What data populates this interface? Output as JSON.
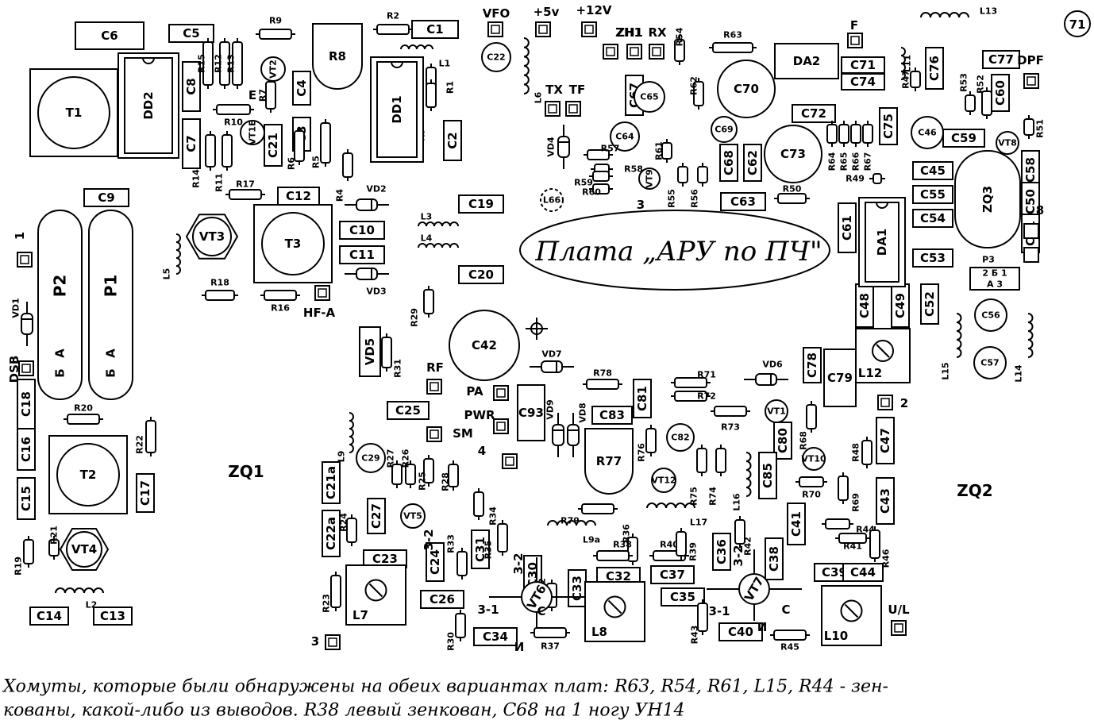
{
  "caps": [
    {
      "label": "C6"
    },
    {
      "label": "C5"
    },
    {
      "label": "C1"
    },
    {
      "label": "C8"
    },
    {
      "label": "C7"
    },
    {
      "label": "C4"
    },
    {
      "label": "C3"
    },
    {
      "label": "C21"
    },
    {
      "label": "C2"
    },
    {
      "label": "C9"
    },
    {
      "label": "C12"
    },
    {
      "label": "C19"
    },
    {
      "label": "C10"
    },
    {
      "label": "C11"
    },
    {
      "label": "C20"
    },
    {
      "label": "C18"
    },
    {
      "label": "C16"
    },
    {
      "label": "C15"
    },
    {
      "label": "C17"
    },
    {
      "label": "C14"
    },
    {
      "label": "C13"
    },
    {
      "label": "C25"
    },
    {
      "label": "C21a"
    },
    {
      "label": "C22a"
    },
    {
      "label": "C27"
    },
    {
      "label": "C24"
    },
    {
      "label": "C23"
    },
    {
      "label": "C26"
    },
    {
      "label": "C31"
    },
    {
      "label": "C30"
    },
    {
      "label": "C33"
    },
    {
      "label": "C34"
    },
    {
      "label": "C32"
    },
    {
      "label": "C37"
    },
    {
      "label": "C35"
    },
    {
      "label": "C36"
    },
    {
      "label": "C40"
    },
    {
      "label": "C38"
    },
    {
      "label": "C39"
    },
    {
      "label": "C44"
    },
    {
      "label": "C41"
    },
    {
      "label": "C43"
    },
    {
      "label": "C47"
    },
    {
      "label": "C80"
    },
    {
      "label": "C85"
    },
    {
      "label": "C78"
    },
    {
      "label": "C79"
    },
    {
      "label": "C81"
    },
    {
      "label": "C83"
    },
    {
      "label": "C93"
    },
    {
      "label": "C67"
    },
    {
      "label": "C68"
    },
    {
      "label": "C62"
    },
    {
      "label": "C63"
    },
    {
      "label": "C72"
    },
    {
      "label": "C75"
    },
    {
      "label": "C71"
    },
    {
      "label": "C74"
    },
    {
      "label": "C76"
    },
    {
      "label": "C77"
    },
    {
      "label": "C60"
    },
    {
      "label": "C59"
    },
    {
      "label": "C45"
    },
    {
      "label": "C55"
    },
    {
      "label": "C54"
    },
    {
      "label": "C53"
    },
    {
      "label": "C58"
    },
    {
      "label": "C50"
    },
    {
      "label": "C51"
    },
    {
      "label": "C61"
    },
    {
      "label": "C48"
    },
    {
      "label": "C49"
    },
    {
      "label": "C52"
    }
  ],
  "round_caps": [
    {
      "label": "C22"
    },
    {
      "label": "C65"
    },
    {
      "label": "C64"
    },
    {
      "label": "C69"
    },
    {
      "label": "C46"
    },
    {
      "label": "C29"
    },
    {
      "label": "C82"
    },
    {
      "label": "C57"
    },
    {
      "label": "C56"
    }
  ],
  "big_round": [
    {
      "label": "C42"
    },
    {
      "label": "C70"
    },
    {
      "label": "C73"
    }
  ],
  "resistors": [
    {
      "label": "R9"
    },
    {
      "label": "R2"
    },
    {
      "label": "R15"
    },
    {
      "label": "R12"
    },
    {
      "label": "R13"
    },
    {
      "label": "R10"
    },
    {
      "label": "R7"
    },
    {
      "label": "R1"
    },
    {
      "label": "R3"
    },
    {
      "label": "R14"
    },
    {
      "label": "R11"
    },
    {
      "label": "R6"
    },
    {
      "label": "R5"
    },
    {
      "label": "R4"
    },
    {
      "label": "R17"
    },
    {
      "label": "R18"
    },
    {
      "label": "R16"
    },
    {
      "label": "R29"
    },
    {
      "label": "R20"
    },
    {
      "label": "R22"
    },
    {
      "label": "R21"
    },
    {
      "label": "R19"
    },
    {
      "label": "R23"
    },
    {
      "label": "R31"
    },
    {
      "label": "R27"
    },
    {
      "label": "R26"
    },
    {
      "label": "R25"
    },
    {
      "label": "R28"
    },
    {
      "label": "R24"
    },
    {
      "label": "R34"
    },
    {
      "label": "R33"
    },
    {
      "label": "R35"
    },
    {
      "label": "R30"
    },
    {
      "label": "R32"
    },
    {
      "label": "R37"
    },
    {
      "label": "R79"
    },
    {
      "label": "R36"
    },
    {
      "label": "R38"
    },
    {
      "label": "R40"
    },
    {
      "label": "R39"
    },
    {
      "label": "R75"
    },
    {
      "label": "R74"
    },
    {
      "label": "R76"
    },
    {
      "label": "R73"
    },
    {
      "label": "R78"
    },
    {
      "label": "R71"
    },
    {
      "label": "R72"
    },
    {
      "label": "R42"
    },
    {
      "label": "R43"
    },
    {
      "label": "R45"
    },
    {
      "label": "R68"
    },
    {
      "label": "R70"
    },
    {
      "label": "R69"
    },
    {
      "label": "R48"
    },
    {
      "label": "R44"
    },
    {
      "label": "R41"
    },
    {
      "label": "R46"
    },
    {
      "label": "R57"
    },
    {
      "label": "R58"
    },
    {
      "label": "R59"
    },
    {
      "label": "R60"
    },
    {
      "label": "R54"
    },
    {
      "label": "R63"
    },
    {
      "label": "R62"
    },
    {
      "label": "R61"
    },
    {
      "label": "R55"
    },
    {
      "label": "R56"
    },
    {
      "label": "R50"
    },
    {
      "label": "R49"
    },
    {
      "label": "R47"
    },
    {
      "label": "R53"
    },
    {
      "label": "R52"
    },
    {
      "label": "R51"
    },
    {
      "label": "R64"
    },
    {
      "label": "R65"
    },
    {
      "label": "R66"
    },
    {
      "label": "R67"
    }
  ],
  "inductors": [
    {
      "label": "L1"
    },
    {
      "label": "L6"
    },
    {
      "label": "L3"
    },
    {
      "label": "L4"
    },
    {
      "label": "L5"
    },
    {
      "label": "L2"
    },
    {
      "label": "L9"
    },
    {
      "label": "L9a"
    },
    {
      "label": "L17"
    },
    {
      "label": "L16"
    },
    {
      "label": "L11"
    },
    {
      "label": "L13"
    },
    {
      "label": "L15"
    },
    {
      "label": "L14"
    },
    {
      "label": "L66"
    }
  ],
  "trimmers": [
    {
      "label": "L7"
    },
    {
      "label": "L8"
    },
    {
      "label": "L10"
    },
    {
      "label": "L12"
    }
  ],
  "round_transistors": [
    {
      "label": "VT2"
    },
    {
      "label": "VT1E"
    },
    {
      "label": "VT1"
    },
    {
      "label": "VT10"
    },
    {
      "label": "VT12"
    },
    {
      "label": "VT9"
    },
    {
      "label": "VT5"
    },
    {
      "label": "VT8"
    }
  ],
  "big_transistors": [
    {
      "label": "VT6"
    },
    {
      "label": "VT7"
    }
  ],
  "hex_transistors": [
    {
      "label": "VT3"
    },
    {
      "label": "VT4"
    }
  ],
  "diodes": [
    {
      "label": "VD2"
    },
    {
      "label": "VD3"
    },
    {
      "label": "VD1"
    },
    {
      "label": "VD4"
    },
    {
      "label": "VD7"
    },
    {
      "label": "VD6"
    },
    {
      "label": "VD9"
    },
    {
      "label": "VD8"
    }
  ],
  "transformers": [
    {
      "label": "T1"
    },
    {
      "label": "T3"
    },
    {
      "label": "T2"
    }
  ],
  "ics": [
    {
      "label": "DD2"
    },
    {
      "label": "DD1"
    },
    {
      "label": "DA1"
    }
  ],
  "rect_parts": [
    {
      "label": "DA2"
    },
    {
      "label": "ZQ3"
    },
    {
      "label": "R8"
    },
    {
      "label": "R77"
    },
    {
      "label": "VD5"
    }
  ],
  "relays": [
    {
      "label": "P2",
      "pin_a": "A",
      "pin_b": "Б"
    },
    {
      "label": "P1",
      "pin_a": "A",
      "pin_b": "Б"
    }
  ],
  "pads": [
    {
      "label": "VFO"
    },
    {
      "label": "+5v"
    },
    {
      "label": "+12V"
    },
    {
      "label": "ZH1"
    },
    {
      "label": "ZH2"
    },
    {
      "label": "RX"
    },
    {
      "label": "TX"
    },
    {
      "label": "TF"
    },
    {
      "label": "F"
    },
    {
      "label": "DPF"
    },
    {
      "label": "1"
    },
    {
      "label": "HF-A"
    },
    {
      "label": "DSB"
    },
    {
      "label": "RF"
    },
    {
      "label": "PA"
    },
    {
      "label": "PWR"
    },
    {
      "label": "SM"
    },
    {
      "label": "4"
    },
    {
      "label": "2"
    },
    {
      "label": "3"
    },
    {
      "label": "U/L"
    }
  ],
  "crystal_labels": {
    "zq1": "ZQ1",
    "zq2": "ZQ2"
  },
  "connector_p3": {
    "label": "P3",
    "pins": "2 Б 1",
    "sub": "A 3"
  },
  "pin_marks": {
    "vt6_e": "3-1",
    "vt6_c": "C",
    "vt6_b": "3-2",
    "vt6_i": "И",
    "vt7_e": "3-1",
    "vt7_c": "C",
    "vt7_b": "3-2",
    "vt7_i": "И",
    "vt5_b": "3-2",
    "e_mark": "E",
    "three": "3",
    "eight": "8"
  },
  "page_number": "71",
  "stamp_text": "Плата „АРУ по ПЧ\"",
  "footer_note": [
    "Хомуты, которые были обнаружены на обеих вариантах плат: R63, R54, R61, L15, R44 - зен-",
    "кованы, какой-либо из выводов. R38 левый зенкован, C68 на 1 ногу УН14"
  ]
}
